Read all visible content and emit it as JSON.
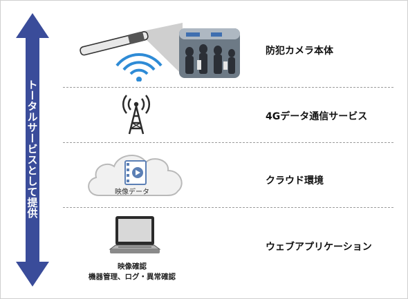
{
  "side_label": "トータルサービスとして提供",
  "rows": [
    {
      "label": "防犯カメラ本体",
      "icon": "camera-bar-icon"
    },
    {
      "label": "4Gデータ通信サービス",
      "icon": "antenna-tower-icon"
    },
    {
      "label": "クラウド環境",
      "icon": "cloud-video-icon"
    },
    {
      "label": "ウェブアプリケーション",
      "icon": "laptop-icon"
    }
  ],
  "cloud_caption": "映像データ",
  "laptop_caption_1": "映像確認",
  "laptop_caption_2": "機器管理、ログ・異常確認",
  "colors": {
    "arrow": "#3a4c9a",
    "wave": "#2e8bd6",
    "dark": "#2a2a2a"
  }
}
